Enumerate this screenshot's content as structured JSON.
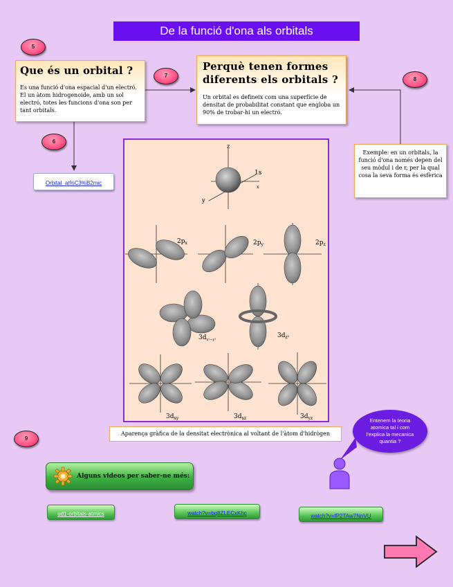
{
  "title": "De la funció d'ona als orbitals",
  "badges": [
    "5",
    "6",
    "7",
    "8",
    "9"
  ],
  "box_q1": {
    "heading": "Que és un orbital ?",
    "text": "Es una funció d'ona espacial d'un electró. El un àtom hidrogenoide, amb un sol electró, totes les funcions d'ona son per tant orbitals."
  },
  "box_q2": {
    "heading": "Perquè tenen formes diferents els orbitals ?",
    "text": "Un orbital es defineix com una superfície de densitat de probabilitat constant que engloba un 90% de trobar-hi un electró."
  },
  "box_ex": {
    "text": "Exemple: en un orbitals, la funció d'ona només depen del seu mòdul i de r, per la qual cosa la seva forma és esfèrica"
  },
  "link_orbital": "Orbital_at%C3%B2mic",
  "orbitals": {
    "s1": "1s",
    "px": "2p",
    "px_sub": "x",
    "py": "2p",
    "py_sub": "y",
    "pz": "2p",
    "pz_sub": "z",
    "dx2y2": "3d",
    "dx2y2_sub": "x²−y²",
    "dz2": "3d",
    "dz2_sub": "z²",
    "dxy": "3d",
    "dxy_sub": "xy",
    "dxz": "3d",
    "dxz_sub": "xz",
    "dyz": "3d",
    "dyz_sub": "yz",
    "axis_z": "z",
    "axis_x": "x",
    "axis_y": "y"
  },
  "caption": "Aparença gràfica de la densitat electrònica al voltant de l'àtom d'hidrògen",
  "bubble": "Entenem la teoria atomica tal i com l'explica la mecanica quantia ?",
  "videos_header": "Alguns videos per saber-ne més:",
  "buttons": [
    "ud1-orbitals-atmics",
    "watch?v=bq8ZLECxKhc",
    "watch?v=fP2TAw7NnVU"
  ],
  "colors": {
    "background": "#e8c8f5",
    "title_bar": "#6a0ff0",
    "badge": "#ff5a8a",
    "panel_border": "#8a2ad0",
    "bubble": "#6a1ce0",
    "green": "#3fb244",
    "next_arrow": "#ff7ab0"
  }
}
